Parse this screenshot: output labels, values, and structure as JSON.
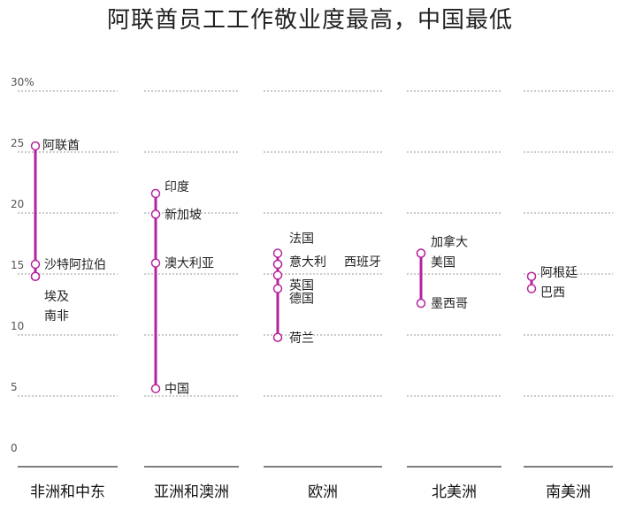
{
  "chart_data": {
    "type": "dot-range",
    "title": "阿联酋员工工作敬业度最高，中国最低",
    "ylim": [
      0,
      30
    ],
    "yticks": [
      {
        "value": 0,
        "label": "0"
      },
      {
        "value": 5,
        "label": "5"
      },
      {
        "value": 10,
        "label": "10"
      },
      {
        "value": 15,
        "label": "15"
      },
      {
        "value": 20,
        "label": "20"
      },
      {
        "value": 25,
        "label": "25"
      },
      {
        "value": 30,
        "label": "30%"
      }
    ],
    "grid": true,
    "accent_color": "#b5239c",
    "categories": [
      {
        "name": "非洲和中东",
        "points": [
          {
            "name": "阿联酋",
            "value": 25.5
          },
          {
            "name": "沙特阿拉伯",
            "value": 15.8
          },
          {
            "name": "埃及",
            "value": 14.8
          },
          {
            "name": "南非",
            "value": 14.8
          }
        ]
      },
      {
        "name": "亚洲和澳洲",
        "points": [
          {
            "name": "印度",
            "value": 21.6
          },
          {
            "name": "新加坡",
            "value": 19.9
          },
          {
            "name": "澳大利亚",
            "value": 15.9
          },
          {
            "name": "中国",
            "value": 5.6
          }
        ]
      },
      {
        "name": "欧洲",
        "points": [
          {
            "name": "法国",
            "value": 16.7
          },
          {
            "name": "意大利",
            "value": 15.8
          },
          {
            "name": "西班牙",
            "value": 15.8
          },
          {
            "name": "英国",
            "value": 14.9
          },
          {
            "name": "德国",
            "value": 13.8
          },
          {
            "name": "荷兰",
            "value": 9.8
          }
        ]
      },
      {
        "name": "北美洲",
        "points": [
          {
            "name": "加拿大",
            "value": 16.7
          },
          {
            "name": "美国",
            "value": 16.7
          },
          {
            "name": "墨西哥",
            "value": 12.6
          }
        ]
      },
      {
        "name": "南美洲",
        "points": [
          {
            "name": "阿根廷",
            "value": 14.8
          },
          {
            "name": "巴西",
            "value": 13.8
          }
        ]
      }
    ]
  }
}
